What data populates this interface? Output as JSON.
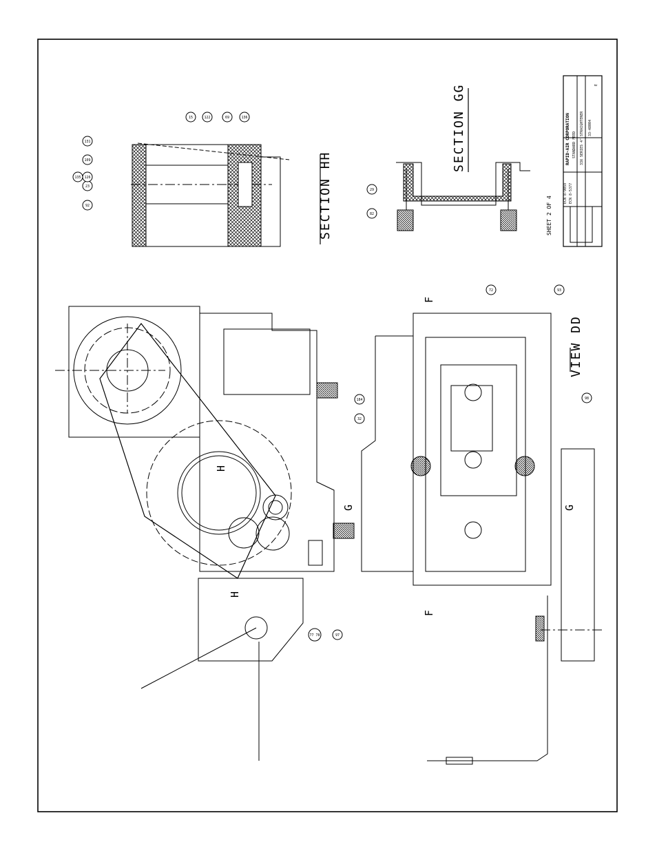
{
  "drawing": {
    "section_hh": "SECTION HH",
    "section_gg": "SECTION GG",
    "view_dd": "VIEW DD",
    "sheet": "SHEET 2 OF 4",
    "cut_labels": [
      "F",
      "F",
      "G",
      "G",
      "H",
      "H"
    ],
    "balloons": [
      "131",
      "109",
      "135",
      "23",
      "92",
      "126",
      "122",
      "69",
      "136",
      "29",
      "82",
      "15",
      "184",
      "32",
      "72",
      "93",
      "98",
      "77 78",
      "97"
    ]
  },
  "title_block": {
    "company": "RAPID-AIR CORPORATION",
    "subtitle": "STANDARD FEED",
    "description": "33X SERIES 4\" STRAIGHTENER",
    "ecn_1": "ECN 8-9059",
    "ecn_2": "ECN 8-5377",
    "drawing_number": "33-48004",
    "rev": "E"
  }
}
